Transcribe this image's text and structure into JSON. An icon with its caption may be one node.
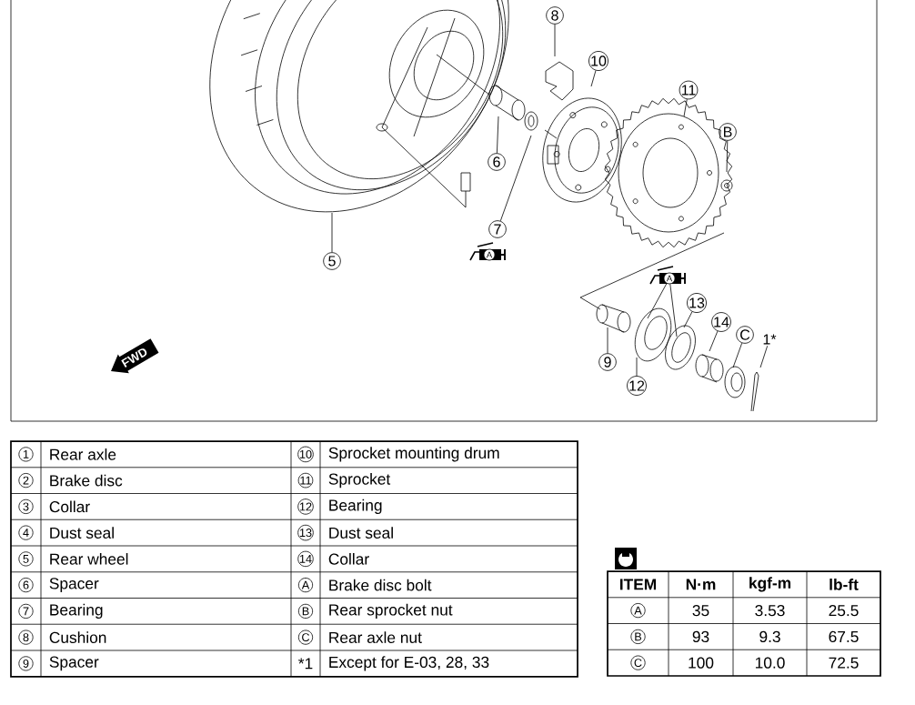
{
  "diagram": {
    "nodes": [
      {
        "text": [
          "8"
        ]
      },
      {
        "text": [
          "10"
        ]
      },
      {
        "text": [
          "11"
        ]
      },
      {
        "text": [
          "B"
        ]
      },
      {
        "text": [
          "6"
        ]
      },
      {
        "text": [
          "7"
        ]
      },
      {
        "text": [
          "A"
        ]
      },
      {
        "text": [
          "5"
        ]
      },
      {
        "text": [
          "A"
        ]
      },
      {
        "text": [
          "13"
        ]
      },
      {
        "text": [
          "14"
        ]
      },
      {
        "text": [
          "C"
        ]
      },
      {
        "text": [
          "1*"
        ]
      },
      {
        "text": [
          "9"
        ]
      },
      {
        "text": [
          "12"
        ]
      }
    ],
    "edges": [
      {
        "from": 0,
        "to": null,
        "arrow": "none"
      },
      {
        "from": 1,
        "to": null,
        "arrow": "none"
      },
      {
        "from": 2,
        "to": null,
        "arrow": "none"
      },
      {
        "from": 3,
        "to": null,
        "arrow": "none"
      },
      {
        "from": 4,
        "to": null,
        "arrow": "none"
      },
      {
        "from": 5,
        "to": null,
        "arrow": "none"
      },
      {
        "from": 7,
        "to": null,
        "arrow": "none"
      },
      {
        "from": 8,
        "to": null,
        "arrow": "none"
      },
      {
        "from": 8,
        "to": null,
        "arrow": "none"
      },
      {
        "from": 9,
        "to": null,
        "arrow": "none"
      },
      {
        "from": 10,
        "to": null,
        "arrow": "none"
      },
      {
        "from": 11,
        "to": null,
        "arrow": "none"
      },
      {
        "from": 12,
        "to": null,
        "arrow": "none"
      },
      {
        "from": 13,
        "to": null,
        "arrow": "none"
      },
      {
        "from": 14,
        "to": null,
        "arrow": "none"
      }
    ],
    "labels": [
      "FWD",
      "1",
      "Rear axle",
      "10",
      "Sprocket mounting drum",
      "2",
      "Brake disc",
      "11",
      "Sprocket",
      "3",
      "Collar",
      "12",
      "Bearing",
      "4",
      "Dust seal",
      "13",
      "Dust seal",
      "5",
      "Rear wheel",
      "14",
      "Collar",
      "6",
      "Spacer",
      "A",
      "Brake disc bolt",
      "7",
      "Bearing",
      "B",
      "Rear sprocket nut",
      "8",
      "Cushion",
      "C",
      "Rear axle nut",
      "9",
      "Spacer",
      "*1",
      "Except for E-03, 28, 33",
      "ITEM",
      "N·m",
      "kgf-m",
      "lb-ft",
      "A",
      "35",
      "3.53",
      "25.5",
      "B",
      "93",
      "9.3",
      "67.5",
      "C",
      "100",
      "10.0",
      "72.5"
    ]
  }
}
